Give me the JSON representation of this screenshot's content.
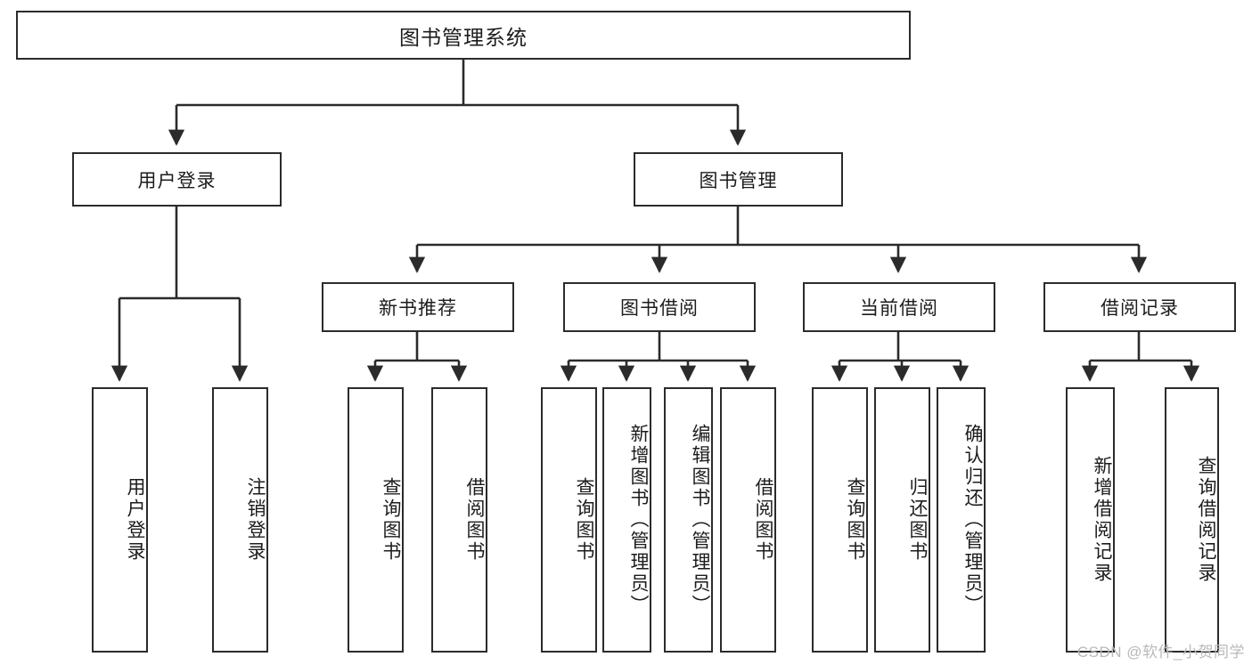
{
  "diagram": {
    "type": "tree",
    "title": "图书管理系统",
    "watermark": "CSDN @软件_小贺同学",
    "nodes": {
      "root": {
        "label": "图书管理系统",
        "level": 1
      },
      "l2_1": {
        "label": "用户登录",
        "level": 2
      },
      "l2_2": {
        "label": "图书管理",
        "level": 2
      },
      "l3_1": {
        "label": "新书推荐",
        "level": 3
      },
      "l3_2": {
        "label": "图书借阅",
        "level": 3
      },
      "l3_3": {
        "label": "当前借阅",
        "level": 3
      },
      "l3_4": {
        "label": "借阅记录",
        "level": 3
      },
      "leaf_1": {
        "label": "用户登录",
        "level": 4
      },
      "leaf_2": {
        "label": "注销登录",
        "level": 4
      },
      "leaf_3": {
        "label": "查询图书",
        "level": 4
      },
      "leaf_4": {
        "label": "借阅图书",
        "level": 4
      },
      "leaf_5": {
        "label": "查询图书",
        "level": 4
      },
      "leaf_6": {
        "label": "新增图书（管理员）",
        "level": 4
      },
      "leaf_7": {
        "label": "编辑图书（管理员）",
        "level": 4
      },
      "leaf_8": {
        "label": "借阅图书",
        "level": 4
      },
      "leaf_9": {
        "label": "查询图书",
        "level": 4
      },
      "leaf_10": {
        "label": "归还图书",
        "level": 4
      },
      "leaf_11": {
        "label": "确认归还（管理员）",
        "level": 4
      },
      "leaf_12": {
        "label": "新增借阅记录",
        "level": 4
      },
      "leaf_13": {
        "label": "查询借阅记录",
        "level": 4
      }
    },
    "edges": [
      {
        "from": "root",
        "to": "l2_1"
      },
      {
        "from": "root",
        "to": "l2_2"
      },
      {
        "from": "l2_1",
        "to": "leaf_1"
      },
      {
        "from": "l2_1",
        "to": "leaf_2"
      },
      {
        "from": "l2_2",
        "to": "l3_1"
      },
      {
        "from": "l2_2",
        "to": "l3_2"
      },
      {
        "from": "l2_2",
        "to": "l3_3"
      },
      {
        "from": "l2_2",
        "to": "l3_4"
      },
      {
        "from": "l3_1",
        "to": "leaf_3"
      },
      {
        "from": "l3_1",
        "to": "leaf_4"
      },
      {
        "from": "l3_2",
        "to": "leaf_5"
      },
      {
        "from": "l3_2",
        "to": "leaf_6"
      },
      {
        "from": "l3_2",
        "to": "leaf_7"
      },
      {
        "from": "l3_2",
        "to": "leaf_8"
      },
      {
        "from": "l3_3",
        "to": "leaf_9"
      },
      {
        "from": "l3_3",
        "to": "leaf_10"
      },
      {
        "from": "l3_3",
        "to": "leaf_11"
      },
      {
        "from": "l3_4",
        "to": "leaf_12"
      },
      {
        "from": "l3_4",
        "to": "leaf_13"
      }
    ],
    "colors": {
      "stroke": "#2b2b2b",
      "fill": "#ffffff",
      "text": "#1c1c1c",
      "watermark": "#b9b9b9"
    }
  }
}
